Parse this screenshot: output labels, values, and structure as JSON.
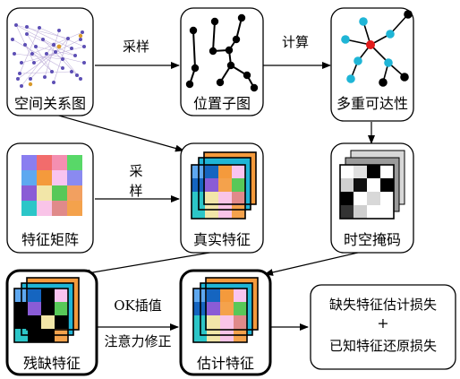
{
  "nodes": {
    "spatial_graph": "空间关系图",
    "subgraph": "位置子图",
    "reachability": "多重可达性",
    "feature_matrix": "特征矩阵",
    "real_features": "真实特征",
    "spatiotemporal_mask": "时空掩码",
    "missing_features": "残缺特征",
    "estimated_features": "估计特征",
    "loss_line1": "缺失特征估计损失",
    "loss_plus": "+",
    "loss_line2": "已知特征还原损失"
  },
  "edges": {
    "sample_top": "采样",
    "compute": "计算",
    "sample_mid_1": "采",
    "sample_mid_2": "样",
    "ok_interp": "OK插值",
    "attention": "注意力修正"
  },
  "colors": {
    "matrix": [
      "#8a7ef0",
      "#f26c6c",
      "#f48fb1",
      "#58d868",
      "#5ea8f0",
      "#f49a3c",
      "#f9c4f0",
      "#8a8af0",
      "#8a5cd6",
      "#f2e6a8",
      "#58c858",
      "#f2a060",
      "#2cc6c8",
      "#f9c4e8",
      "#e08a8a",
      "#f4a24c"
    ],
    "teal_node": "#1fb5d6",
    "red_node": "#e21b1b"
  }
}
